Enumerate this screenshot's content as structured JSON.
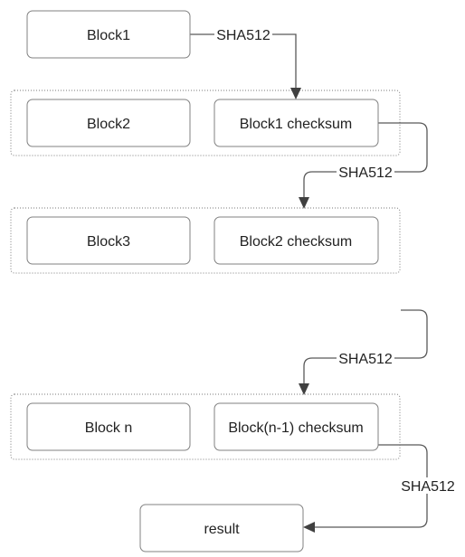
{
  "blocks": {
    "block1": "Block1",
    "block2": "Block2",
    "block1_checksum": "Block1 checksum",
    "block3": "Block3",
    "block2_checksum": "Block2 checksum",
    "block_n": "Block n",
    "block_n_minus_1_checksum": "Block(n-1) checksum",
    "result": "result"
  },
  "edges": {
    "hash1": "SHA512",
    "hash2": "SHA512",
    "hash3": "SHA512",
    "hash4": "SHA512"
  },
  "colors": {
    "box_stroke": "#808080",
    "connector": "#595959",
    "arrowhead": "#404040",
    "text": "#222222"
  }
}
